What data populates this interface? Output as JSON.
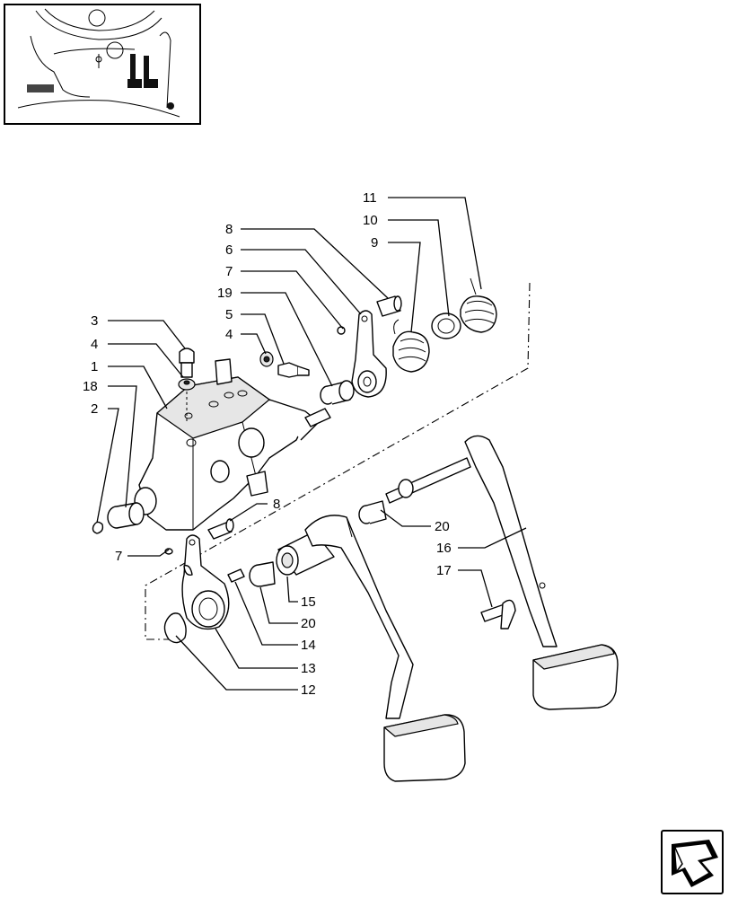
{
  "callouts": [
    {
      "id": "c11",
      "label": "11"
    },
    {
      "id": "c10",
      "label": "10"
    },
    {
      "id": "c9",
      "label": "9"
    },
    {
      "id": "c8a",
      "label": "8"
    },
    {
      "id": "c6",
      "label": "6"
    },
    {
      "id": "c7a",
      "label": "7"
    },
    {
      "id": "c19",
      "label": "19"
    },
    {
      "id": "c5",
      "label": "5"
    },
    {
      "id": "c4a",
      "label": "4"
    },
    {
      "id": "c3",
      "label": "3"
    },
    {
      "id": "c4b",
      "label": "4"
    },
    {
      "id": "c1",
      "label": "1"
    },
    {
      "id": "c18",
      "label": "18"
    },
    {
      "id": "c2",
      "label": "2"
    },
    {
      "id": "c8b",
      "label": "8"
    },
    {
      "id": "c20a",
      "label": "20"
    },
    {
      "id": "c16",
      "label": "16"
    },
    {
      "id": "c7b",
      "label": "7"
    },
    {
      "id": "c17",
      "label": "17"
    },
    {
      "id": "c15",
      "label": "15"
    },
    {
      "id": "c20b",
      "label": "20"
    },
    {
      "id": "c14",
      "label": "14"
    },
    {
      "id": "c13",
      "label": "13"
    },
    {
      "id": "c12",
      "label": "12"
    }
  ],
  "icons": {
    "thumbnail": "tractor-pedal-location-thumbnail",
    "nav": "next-page-arrow-icon"
  }
}
